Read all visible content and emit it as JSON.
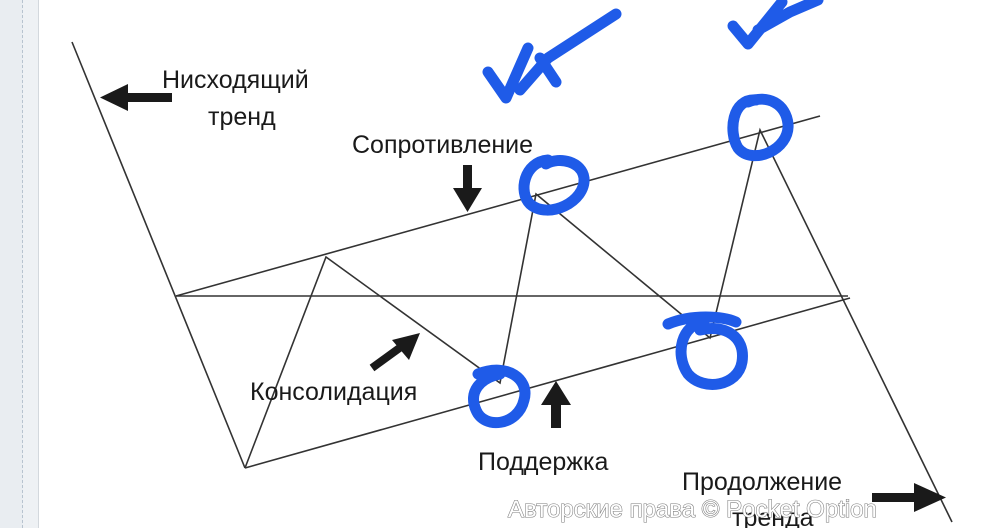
{
  "labels": {
    "downtrend_line1": "Нисходящий",
    "downtrend_line2": "тренд",
    "resistance": "Сопротивление",
    "consolidation": "Консолидация",
    "support": "Поддержка",
    "continuation_line1": "Продолжение",
    "continuation_line2": "тренда"
  },
  "watermark": "Авторские права © Pocket Option",
  "colors": {
    "line": "#333333",
    "arrow": "#1a1a1a",
    "annotation": "#1f5be8",
    "background": "#ffffff"
  }
}
